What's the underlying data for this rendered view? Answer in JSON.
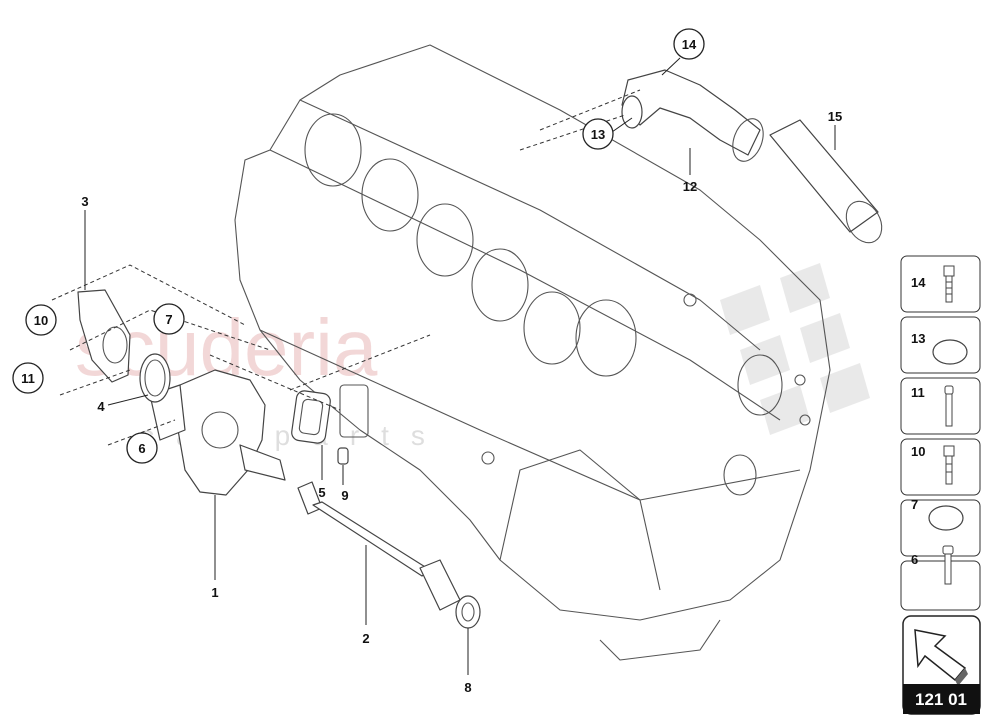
{
  "watermark": {
    "brand": "scuderia",
    "sub": "car parts"
  },
  "callouts": [
    {
      "id": "1",
      "circled": false
    },
    {
      "id": "2",
      "circled": false
    },
    {
      "id": "3",
      "circled": false
    },
    {
      "id": "4",
      "circled": false
    },
    {
      "id": "5",
      "circled": false
    },
    {
      "id": "6",
      "circled": true
    },
    {
      "id": "7",
      "circled": true
    },
    {
      "id": "8",
      "circled": false
    },
    {
      "id": "9",
      "circled": false
    },
    {
      "id": "10",
      "circled": true
    },
    {
      "id": "11",
      "circled": true
    },
    {
      "id": "12",
      "circled": false
    },
    {
      "id": "13",
      "circled": true
    },
    {
      "id": "14",
      "circled": true
    },
    {
      "id": "15",
      "circled": false
    }
  ],
  "legend": [
    {
      "id": "14",
      "icon": "screw-icon"
    },
    {
      "id": "13",
      "icon": "o-ring-icon"
    },
    {
      "id": "11",
      "icon": "bolt-icon"
    },
    {
      "id": "10",
      "icon": "screw-icon"
    },
    {
      "id": "7",
      "icon": "o-ring-icon"
    },
    {
      "id": "6",
      "icon": "bolt-icon"
    }
  ],
  "page_code": "121 01",
  "nav_icon": "arrow-up-left-icon"
}
